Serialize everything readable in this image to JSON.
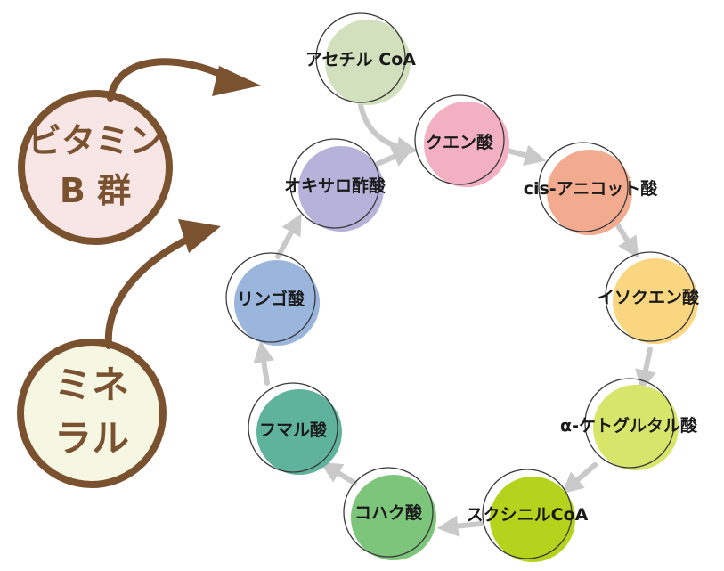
{
  "cycle": {
    "steps": [
      {
        "label": "アセチル CoA",
        "color": "#d3e0bd"
      },
      {
        "label": "クエン酸",
        "color": "#f2b0c2"
      },
      {
        "label": "cis-アニコット酸",
        "color": "#f2ab8f"
      },
      {
        "label": "イソクエン酸",
        "color": "#f9d67f"
      },
      {
        "label": "α-ケトグルタル酸",
        "color": "#d7e56a"
      },
      {
        "label": "スクシニルCoA",
        "color": "#b5d31d"
      },
      {
        "label": "コハク酸",
        "color": "#7dc57a"
      },
      {
        "label": "フマル酸",
        "color": "#5fb39c"
      },
      {
        "label": "リンゴ酸",
        "color": "#9ab6dd"
      },
      {
        "label": "オキサロ酢酸",
        "color": "#b7b2d9"
      }
    ]
  },
  "cofactors": [
    {
      "line1": "ビタミン",
      "line2": "B 群",
      "fill": "#f8e5e5"
    },
    {
      "line1": "ミネ",
      "line2": "ラル",
      "fill": "#f5f7e3"
    }
  ],
  "colors": {
    "brown": "#7a5230",
    "arrow_gray": "#c9c9c9",
    "node_outline": "#3a3a3a"
  }
}
